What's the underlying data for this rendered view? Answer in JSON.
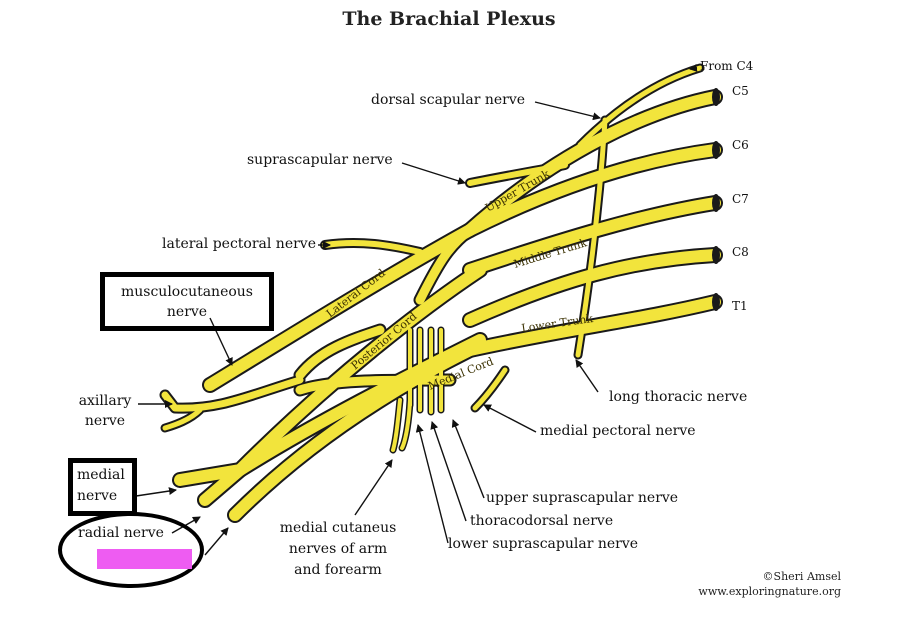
{
  "title": "The Brachial Plexus",
  "roots": {
    "from_c4": "From C4",
    "c5": "C5",
    "c6": "C6",
    "c7": "C7",
    "c8": "C8",
    "t1": "T1"
  },
  "trunk_labels": {
    "upper_trunk": "Upper Trunk",
    "middle_trunk": "Middle Trunk",
    "lower_trunk": "Lower Trunk",
    "lateral_cord": "Lateral Cord",
    "posterior_cord": "Posterior Cord",
    "medial_cord": "Medial Cord"
  },
  "labels": {
    "dorsal_scapular": "dorsal scapular nerve",
    "suprascapular": "suprascapular nerve",
    "lateral_pectoral": "lateral pectoral nerve",
    "musculocutaneous_line1": "musculocutaneous",
    "musculocutaneous_line2": "nerve",
    "axillary_line1": "axillary",
    "axillary_line2": "nerve",
    "medial_line1": "medial",
    "medial_line2": "nerve",
    "radial": "radial nerve",
    "medial_cutaneous_line1": "medial cutaneus",
    "medial_cutaneous_line2": "nerves of arm",
    "medial_cutaneous_line3": "and forearm",
    "long_thoracic": "long thoracic nerve",
    "medial_pectoral": "medial pectoral nerve",
    "upper_suprascapular": "upper suprascapular nerve",
    "thoracodorsal": "thoracodorsal nerve",
    "lower_suprascapular": "lower suprascapular nerve"
  },
  "credit": {
    "author": "©Sheri Amsel",
    "site": "www.exploringnature.org"
  },
  "colors": {
    "nerve_fill": "#f2e43c",
    "nerve_outline": "#1a1a1a",
    "highlight": "#ee5cf2",
    "annotation": "#000000"
  }
}
